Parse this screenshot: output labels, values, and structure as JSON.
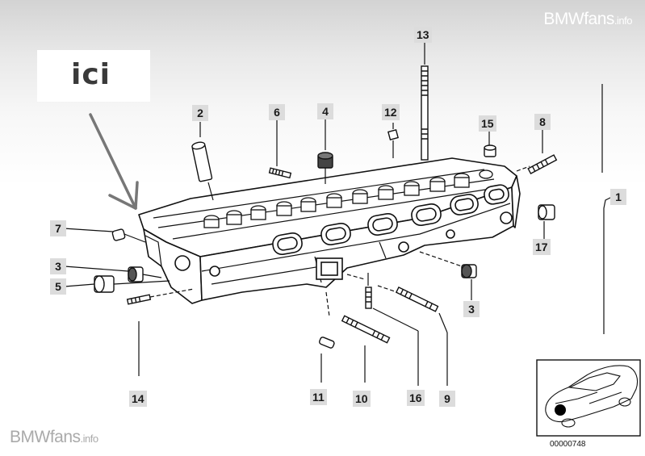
{
  "watermark_top": {
    "brand": "BMWfans",
    "suffix": ".info"
  },
  "watermark_bottom": {
    "brand": "BMWfans",
    "suffix": ".info"
  },
  "annotation": {
    "label": "ici"
  },
  "callouts": {
    "c1": "1",
    "c2": "2",
    "c3a": "3",
    "c3b": "3",
    "c4": "4",
    "c5": "5",
    "c6": "6",
    "c7": "7",
    "c8": "8",
    "c9": "9",
    "c10": "10",
    "c11": "11",
    "c12": "12",
    "c13": "13",
    "c14": "14",
    "c15": "15",
    "c16": "16",
    "c17": "17"
  },
  "inset": {
    "code": "00000748"
  }
}
